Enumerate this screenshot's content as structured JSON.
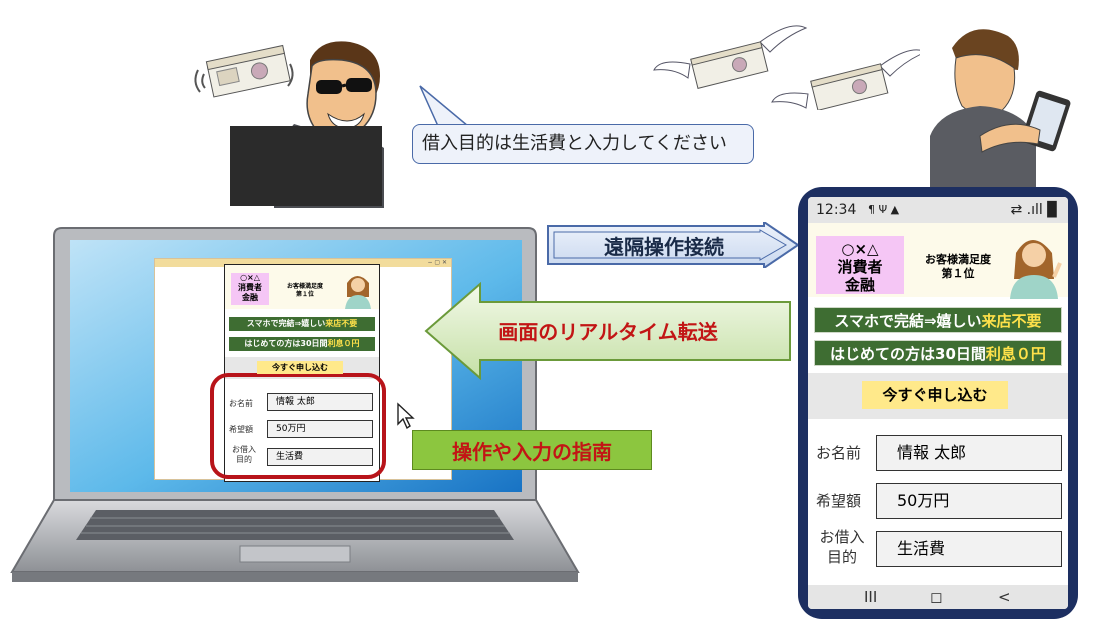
{
  "speech_bubble": {
    "text": "借入目的は生活費と入力してください"
  },
  "banners": {
    "remote": "遠隔操作接続",
    "realtime": "画面のリアルタイム転送",
    "guide": "操作や入力の指南"
  },
  "app": {
    "logo_lines": [
      "○×△",
      "消費者",
      "金融"
    ],
    "satisfaction_lines": [
      "お客様満足度",
      "第１位"
    ],
    "banner1": {
      "text": "スマホで完結⇒嬉しい",
      "highlight": "来店不要"
    },
    "banner2": {
      "text": "はじめての方は30日間",
      "highlight": "利息０円"
    },
    "apply_button": "今すぐ申し込む",
    "form": [
      {
        "label": "お名前",
        "value": "情報 太郎"
      },
      {
        "label": "希望額",
        "value": "50万円"
      },
      {
        "label": "お借入目的",
        "label_lines": [
          "お借入",
          "目的"
        ],
        "value": "生活費"
      }
    ]
  },
  "phone_status": {
    "time": "12:34",
    "icons": "¶ Ψ ▲",
    "right": "⇄ .ıll ▉"
  },
  "phone_nav": {
    "recent": "III",
    "home": "◻",
    "back": "<"
  },
  "colors": {
    "banner_green": "#3e6d32",
    "highlight_yellow": "#ffe14a",
    "phone_frame": "#1d2f61",
    "guide_green": "#8cc63f",
    "alert_red": "#c21515",
    "ring_red": "#b8141a"
  },
  "icons": [
    "money-stack-icon",
    "winged-money-icon",
    "sunglasses-man-icon",
    "phone-user-icon",
    "operator-woman-icon",
    "mouse-cursor-icon"
  ]
}
